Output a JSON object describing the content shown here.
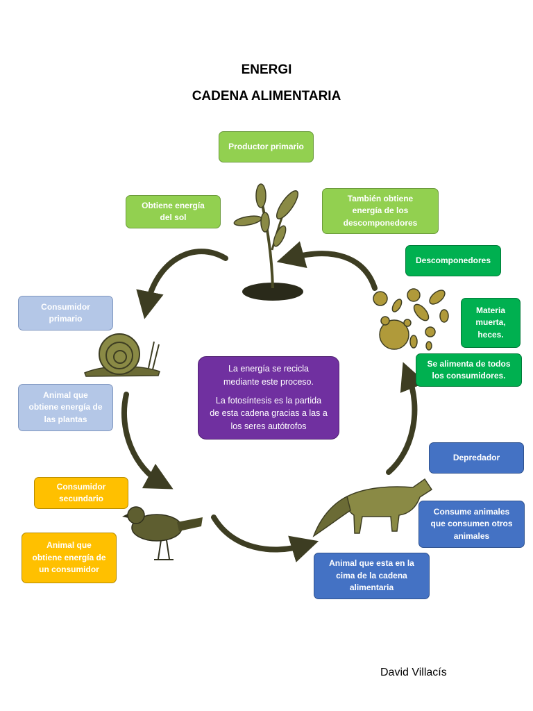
{
  "title_line1": "ENERGI",
  "title_line2": "CADENA ALIMENTARIA",
  "author": "David Villacís",
  "colors": {
    "light_green": "#92d050",
    "green": "#00b050",
    "light_blue": "#b4c7e7",
    "orange": "#ffc000",
    "blue": "#4472c4",
    "purple": "#7030a0",
    "arrow": "#3d3d22",
    "organism": "#6b6b35"
  },
  "boxes": {
    "productor_primario": "Productor primario",
    "obtiene_energia_sol": "Obtiene energía\ndel sol",
    "tambien_obtiene": "También obtiene\nenergía de los\ndescomponedores",
    "descomponedores": "Descomponedores",
    "materia_muerta": "Materia\nmuerta,\nheces.",
    "se_alimenta": "Se alimenta de todos\nlos consumidores.",
    "consumidor_primario": "Consumidor\nprimario",
    "animal_plantas": "Animal que\nobtiene energía de\nlas plantas",
    "consumidor_secundario": "Consumidor\nsecundario",
    "animal_consumidor": "Animal que\nobtiene energía de\nun consumidor",
    "depredador": "Depredador",
    "consume_animales": "Consume animales\nque consumen otros\nanimales",
    "cima_cadena": "Animal que esta en la\ncima de la cadena\nalimentaria"
  },
  "center": {
    "line1": "La energía se recicla\nmediante este proceso.",
    "line2": "La fotosíntesis es la partida\nde esta cadena gracias a las a\nlos seres autótrofos"
  },
  "icons": [
    "plant-icon",
    "snail-icon",
    "bird-icon",
    "fox-icon",
    "bacteria-icon"
  ]
}
